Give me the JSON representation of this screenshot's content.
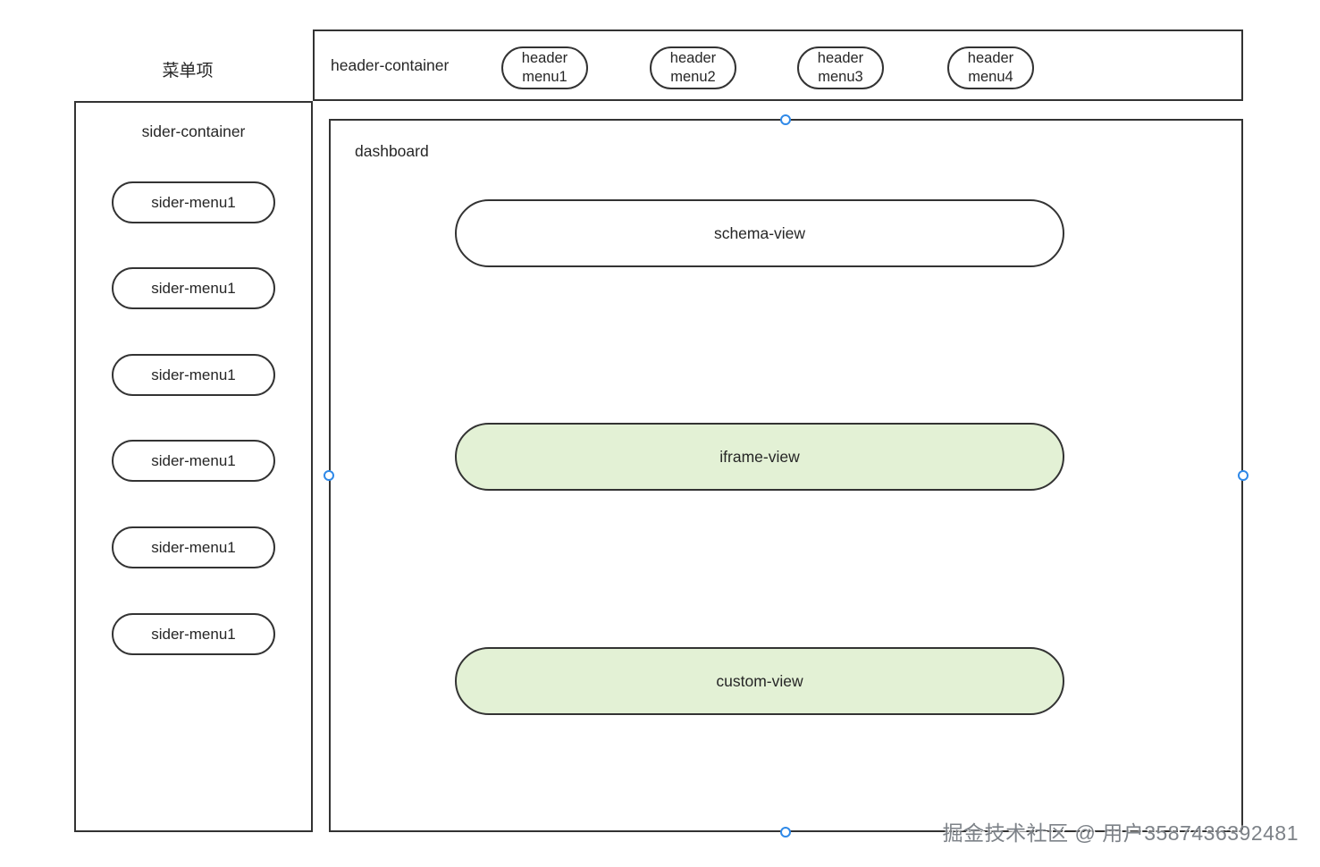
{
  "page": {
    "menu_caption": "菜单项",
    "watermark": "掘金技术社区 @ 用户3587436392481"
  },
  "header": {
    "label": "header-container",
    "menus": [
      {
        "label": "header menu1"
      },
      {
        "label": "header menu2"
      },
      {
        "label": "header menu3"
      },
      {
        "label": "header menu4"
      }
    ]
  },
  "sider": {
    "label": "sider-container",
    "menus": [
      {
        "label": "sider-menu1"
      },
      {
        "label": "sider-menu1"
      },
      {
        "label": "sider-menu1"
      },
      {
        "label": "sider-menu1"
      },
      {
        "label": "sider-menu1"
      },
      {
        "label": "sider-menu1"
      }
    ]
  },
  "dashboard": {
    "label": "dashboard",
    "views": [
      {
        "label": "schema-view",
        "fill": "#ffffff"
      },
      {
        "label": "iframe-view",
        "fill": "#e3f1d5"
      },
      {
        "label": "custom-view",
        "fill": "#e3f1d5"
      }
    ]
  },
  "colors": {
    "border": "#333333",
    "text": "#262626",
    "green_fill": "#e3f1d5",
    "handle_blue": "#2f89e8",
    "watermark_gray": "#7d8288"
  }
}
